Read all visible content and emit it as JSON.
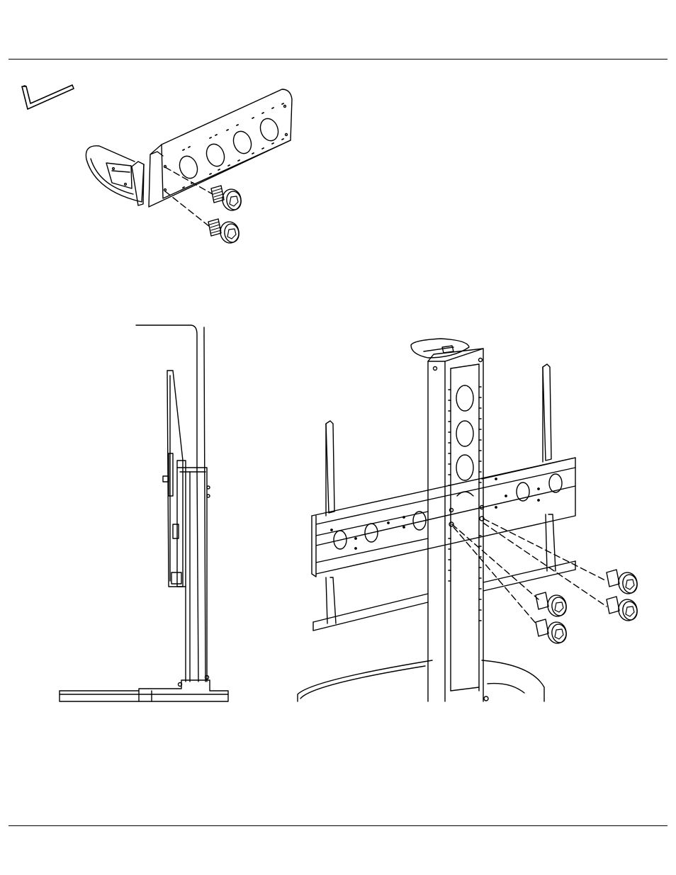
{
  "figures": [
    {
      "id": "bracket-assembly",
      "parts": [
        "hex-key",
        "mounting-bracket",
        "bracket-plate",
        "socket-screw",
        "socket-screw"
      ]
    },
    {
      "id": "side-view",
      "parts": [
        "display-panel",
        "column",
        "base"
      ]
    },
    {
      "id": "front-view",
      "parts": [
        "column",
        "top-shelf",
        "wall-plate",
        "rails",
        "socket-screw",
        "socket-screw",
        "socket-screw",
        "socket-screw"
      ]
    }
  ],
  "stroke_color": "#000000",
  "background_color": "#ffffff"
}
